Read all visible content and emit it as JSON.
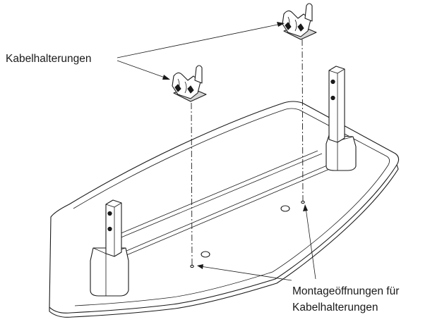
{
  "labels": {
    "cable_holders": "Kabelhalterungen",
    "mounting_holes_line1": "Montageöffnungen für",
    "mounting_holes_line2": "Kabelhalterungen"
  },
  "colors": {
    "line": "#1a1a1a",
    "background": "#ffffff",
    "shade": "#d6d6d6"
  }
}
